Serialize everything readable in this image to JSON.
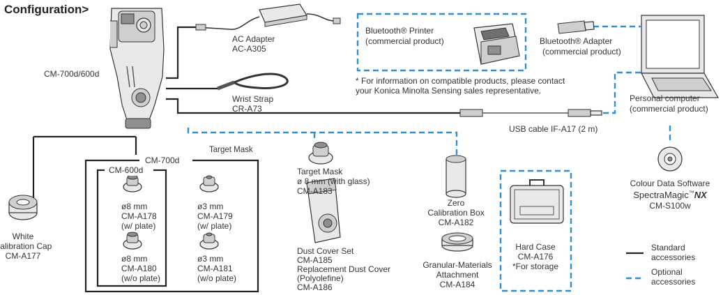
{
  "title": "Configuration>",
  "instrument": "CM-700d/600d",
  "ac_adapter": {
    "name": "AC Adapter",
    "model": "AC-A305"
  },
  "wrist_strap": {
    "name": "Wrist Strap",
    "model": "CR-A73"
  },
  "bt_printer": {
    "line1": "Bluetooth® Printer",
    "line2": "(commercial product)"
  },
  "bt_adapter": {
    "line1": "Bluetooth® Adapter",
    "line2": "(commercial product)"
  },
  "note": {
    "line1": "* For information on compatible products, please contact",
    "line2": "your Konica Minolta Sensing sales representative."
  },
  "pc": {
    "line1": "Personal computer",
    "line2": "(commercial product)"
  },
  "usb_cable": "USB cable IF-A17 (2 m)",
  "target_mask_title": "Target Mask",
  "cm700d_label": "CM-700d",
  "cm600d_label": "CM-600d",
  "masks": [
    {
      "size": "ø8 mm",
      "model": "CM-A178",
      "note": "(w/ plate)"
    },
    {
      "size": "ø3 mm",
      "model": "CM-A179",
      "note": "(w/ plate)"
    },
    {
      "size": "ø8 mm",
      "model": "CM-A180",
      "note": "(w/o plate)"
    },
    {
      "size": "ø3 mm",
      "model": "CM-A181",
      "note": "(w/o plate)"
    }
  ],
  "white_cap": {
    "line1": "White",
    "line2": "Calibration Cap",
    "line3": "CM-A177"
  },
  "target_mask_glass": {
    "line1": "Target Mask",
    "line2": "ø 8 mm (with glass)",
    "line3": "CM-A183"
  },
  "dust_cover": {
    "line1": "Dust Cover Set",
    "line2": "CM-A185",
    "line3": "Replacement Dust Cover",
    "line4": "(Polyolefine)",
    "line5": "CM-A186"
  },
  "zero_box": {
    "line1": "Zero",
    "line2": "Calibration Box",
    "line3": "CM-A182"
  },
  "granular": {
    "line1": "Granular-Materials",
    "line2": "Attachment",
    "line3": "CM-A184"
  },
  "hard_case": {
    "line1": "Hard Case",
    "line2": "CM-A176",
    "line3": "*For storage"
  },
  "software": {
    "line1": "Colour Data Software",
    "brand": "SpectraMagic",
    "tm": "™",
    "nx": "NX",
    "model": "CM-S100w"
  },
  "legend": {
    "standard_1": "Standard",
    "standard_2": "accessories",
    "optional_1": "Optional",
    "optional_2": "accessories"
  },
  "colors": {
    "optional_line": "#2f8fd0",
    "standard_line": "#222222"
  },
  "icons": [
    "spectrophotometer-icon",
    "ac-adapter-icon",
    "wrist-strap-icon",
    "printer-icon",
    "usb-adapter-icon",
    "laptop-icon",
    "usb-cable-icon",
    "target-mask-icon",
    "calibration-cap-icon",
    "dust-cover-icon",
    "zero-box-icon",
    "granular-attachment-icon",
    "hard-case-icon",
    "cd-icon"
  ]
}
